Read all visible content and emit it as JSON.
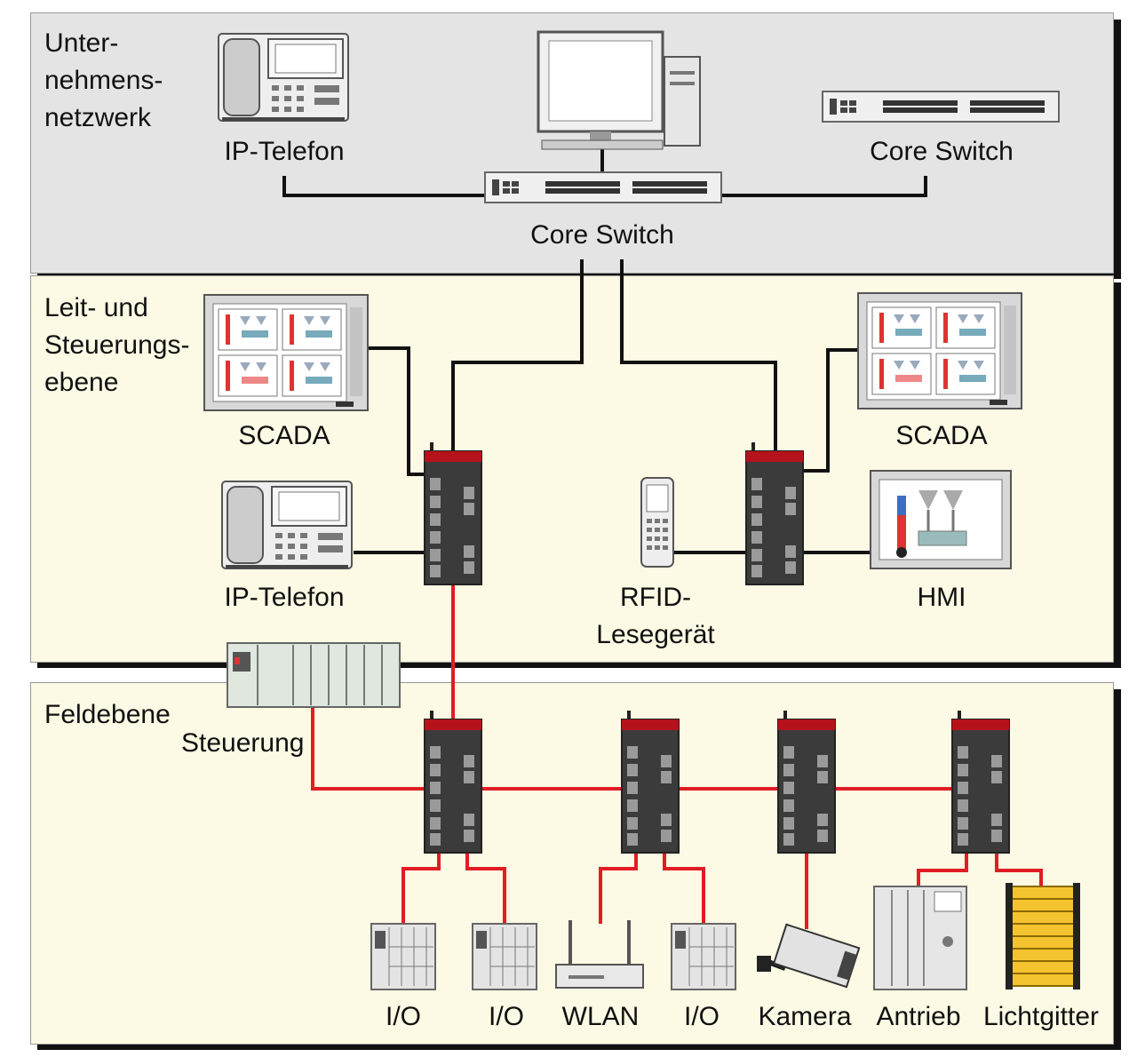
{
  "levels": {
    "enterprise": [
      "Unter-",
      "nehmens-",
      "netzwerk"
    ],
    "control": [
      "Leit- und",
      "Steuerungs-",
      "ebene"
    ],
    "field": [
      "Feldebene"
    ]
  },
  "labels": {
    "ip_phone_top": "IP-Telefon",
    "core_switch_right": "Core Switch",
    "core_switch_center": "Core Switch",
    "scada_left": "SCADA",
    "scada_right": "SCADA",
    "ip_phone_mid": "IP-Telefon",
    "rfid_line1": "RFID-",
    "rfid_line2": "Lesegerät",
    "hmi": "HMI",
    "steuerung": "Steuerung",
    "io_1": "I/O",
    "io_2": "I/O",
    "wlan": "WLAN",
    "io_3": "I/O",
    "kamera": "Kamera",
    "antrieb": "Antrieb",
    "lichtgitter": "Lichtgitter"
  },
  "colors": {
    "enterprise_bg": "#e4e4e4",
    "control_bg": "#fcf9e4",
    "field_bg": "#fcf9e4",
    "ethernet_line": "#111111",
    "industrial_line": "#e01d24",
    "switch_body": "#3a3a3a",
    "switch_accent": "#b5121b"
  }
}
